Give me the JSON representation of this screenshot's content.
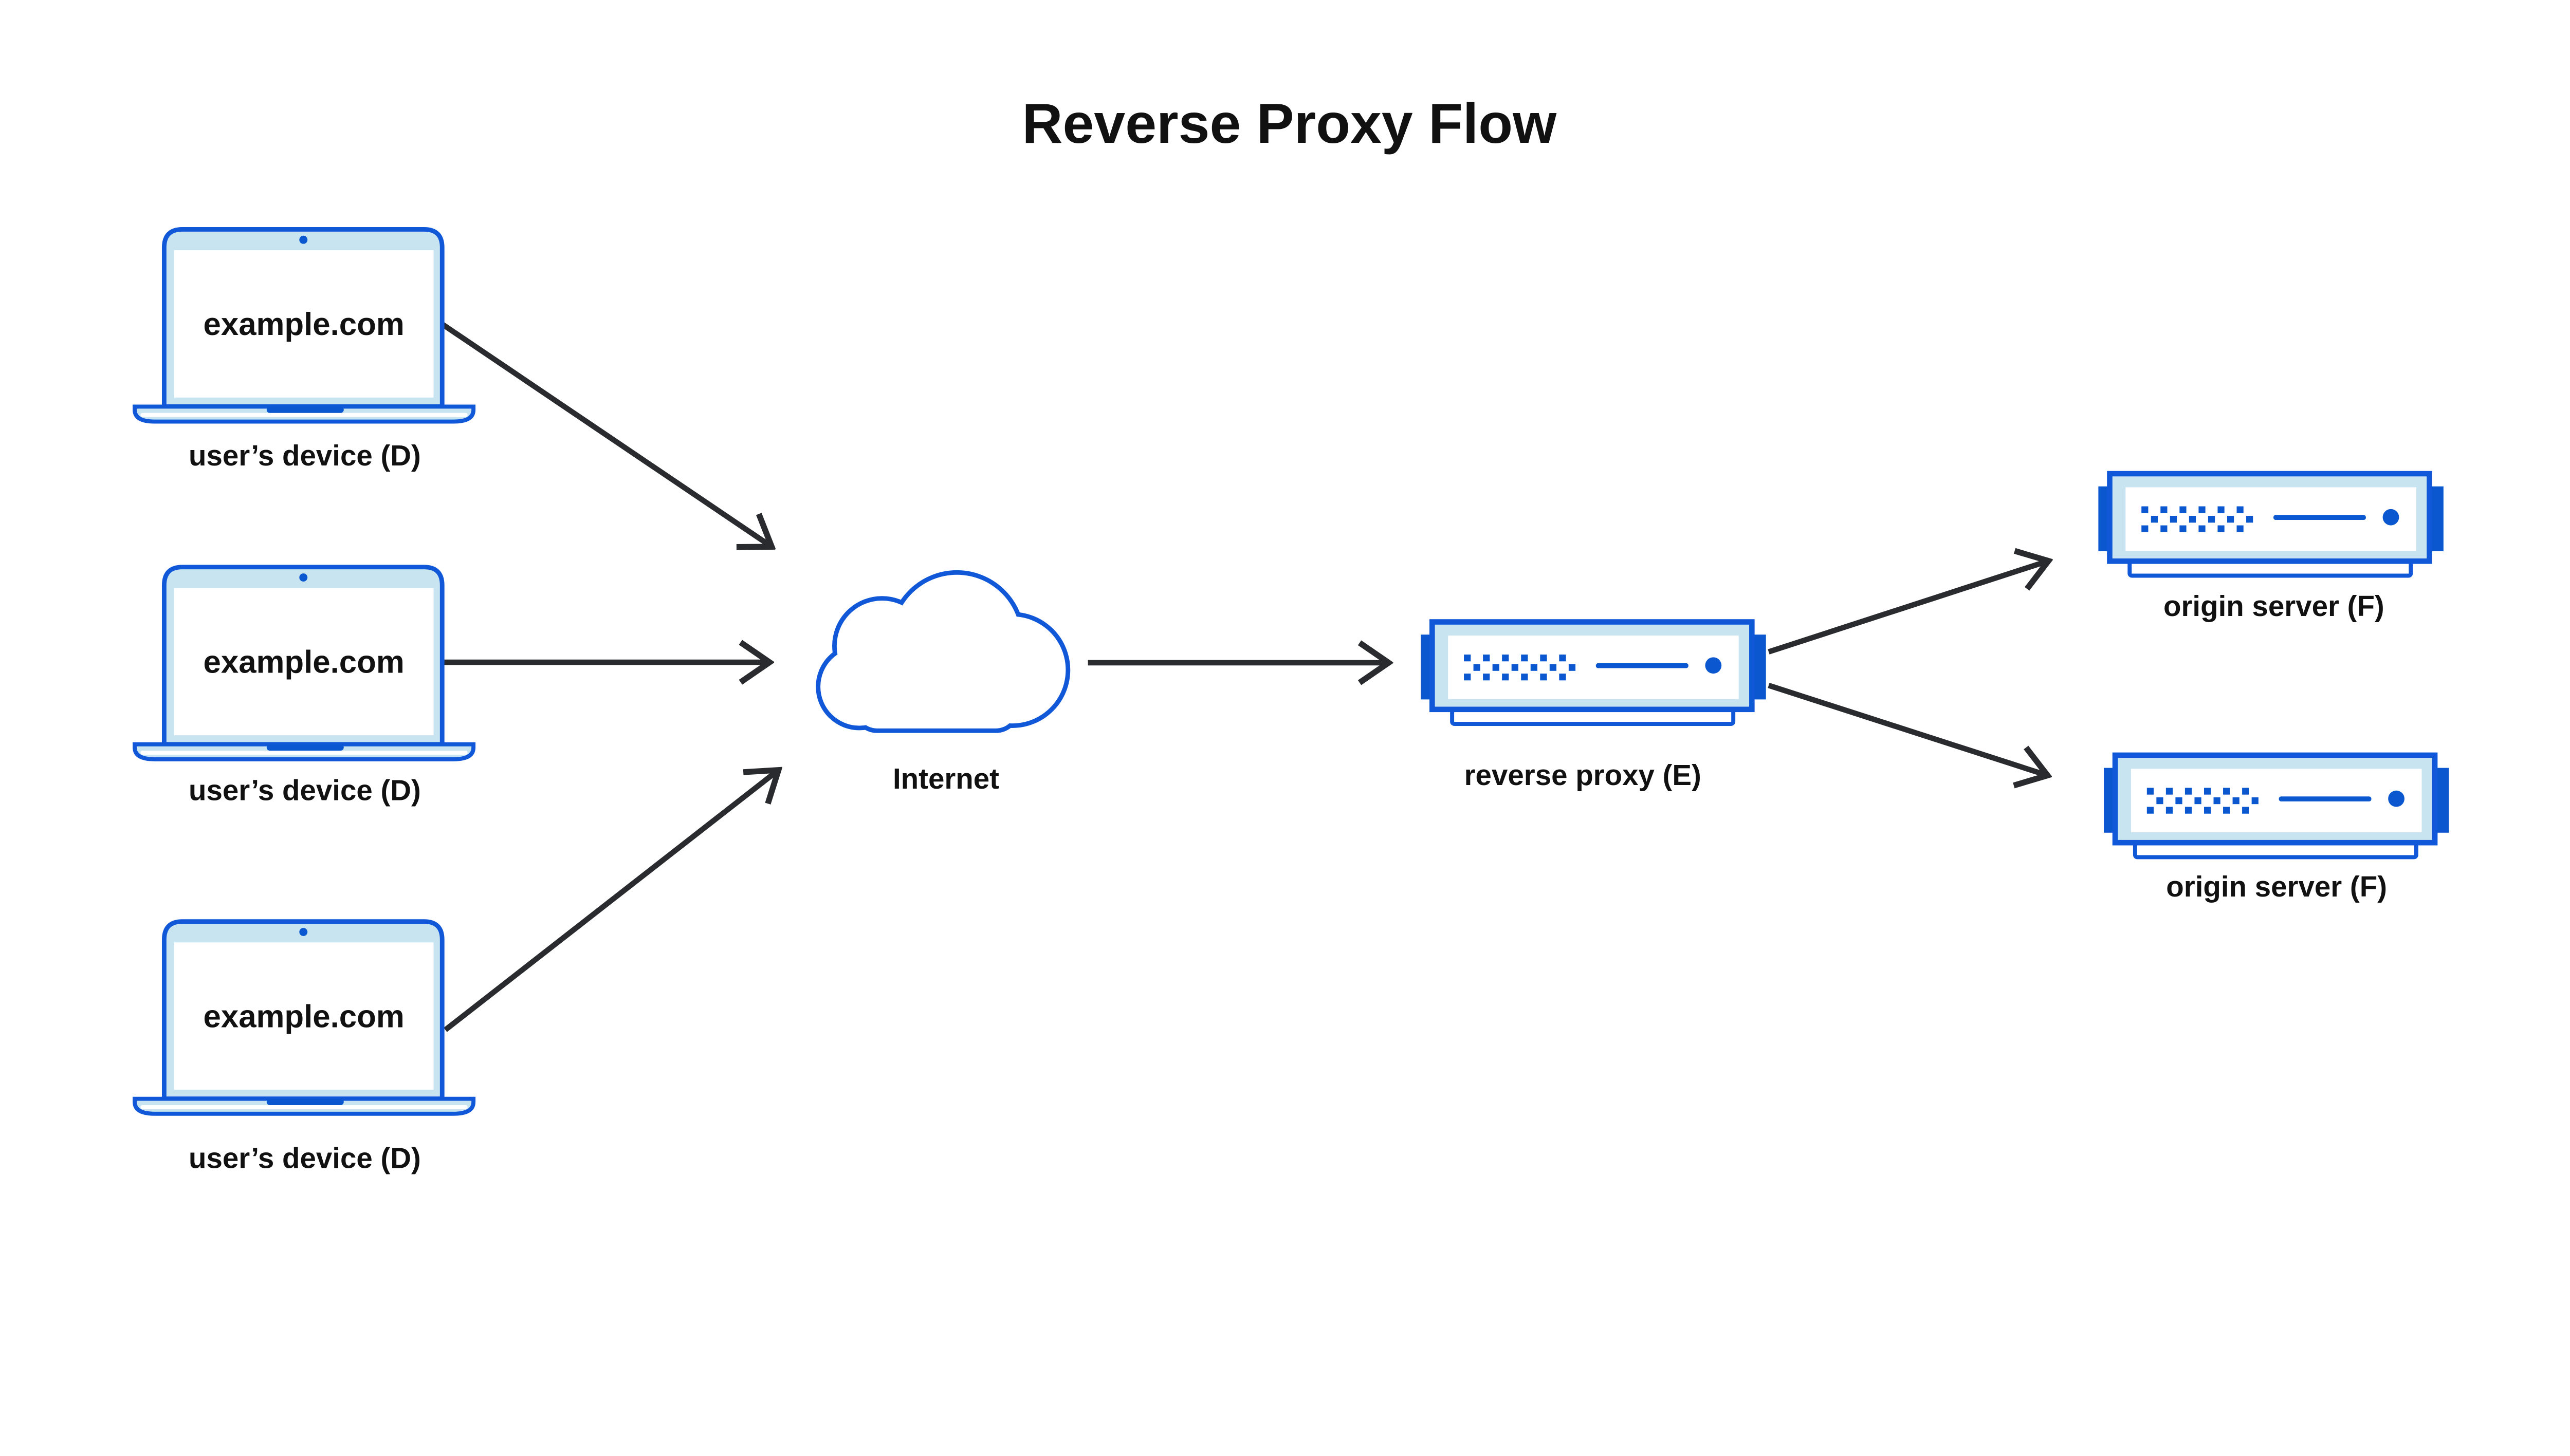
{
  "title": "Reverse Proxy Flow",
  "devices": [
    {
      "id": "user-device-1",
      "screen_text": "example.com",
      "label": "user’s device (D)"
    },
    {
      "id": "user-device-2",
      "screen_text": "example.com",
      "label": "user’s device (D)"
    },
    {
      "id": "user-device-3",
      "screen_text": "example.com",
      "label": "user’s device (D)"
    }
  ],
  "internet": {
    "id": "internet",
    "label": "Internet"
  },
  "proxy": {
    "id": "reverse-proxy",
    "label": "reverse proxy (E)"
  },
  "origins": [
    {
      "id": "origin-server-1",
      "label": "origin server (F)"
    },
    {
      "id": "origin-server-2",
      "label": "origin server (F)"
    }
  ],
  "edges": [
    {
      "from": "user-device-1",
      "to": "internet"
    },
    {
      "from": "user-device-2",
      "to": "internet"
    },
    {
      "from": "user-device-3",
      "to": "internet"
    },
    {
      "from": "internet",
      "to": "reverse-proxy"
    },
    {
      "from": "reverse-proxy",
      "to": "origin-server-1"
    },
    {
      "from": "reverse-proxy",
      "to": "origin-server-2"
    }
  ],
  "colors": {
    "primary_blue": "#1158D9",
    "solid_blue": "#0B57D0",
    "light_blue": "#C8E4F1",
    "arrow": "#2A2B2E",
    "text": "#111111"
  }
}
